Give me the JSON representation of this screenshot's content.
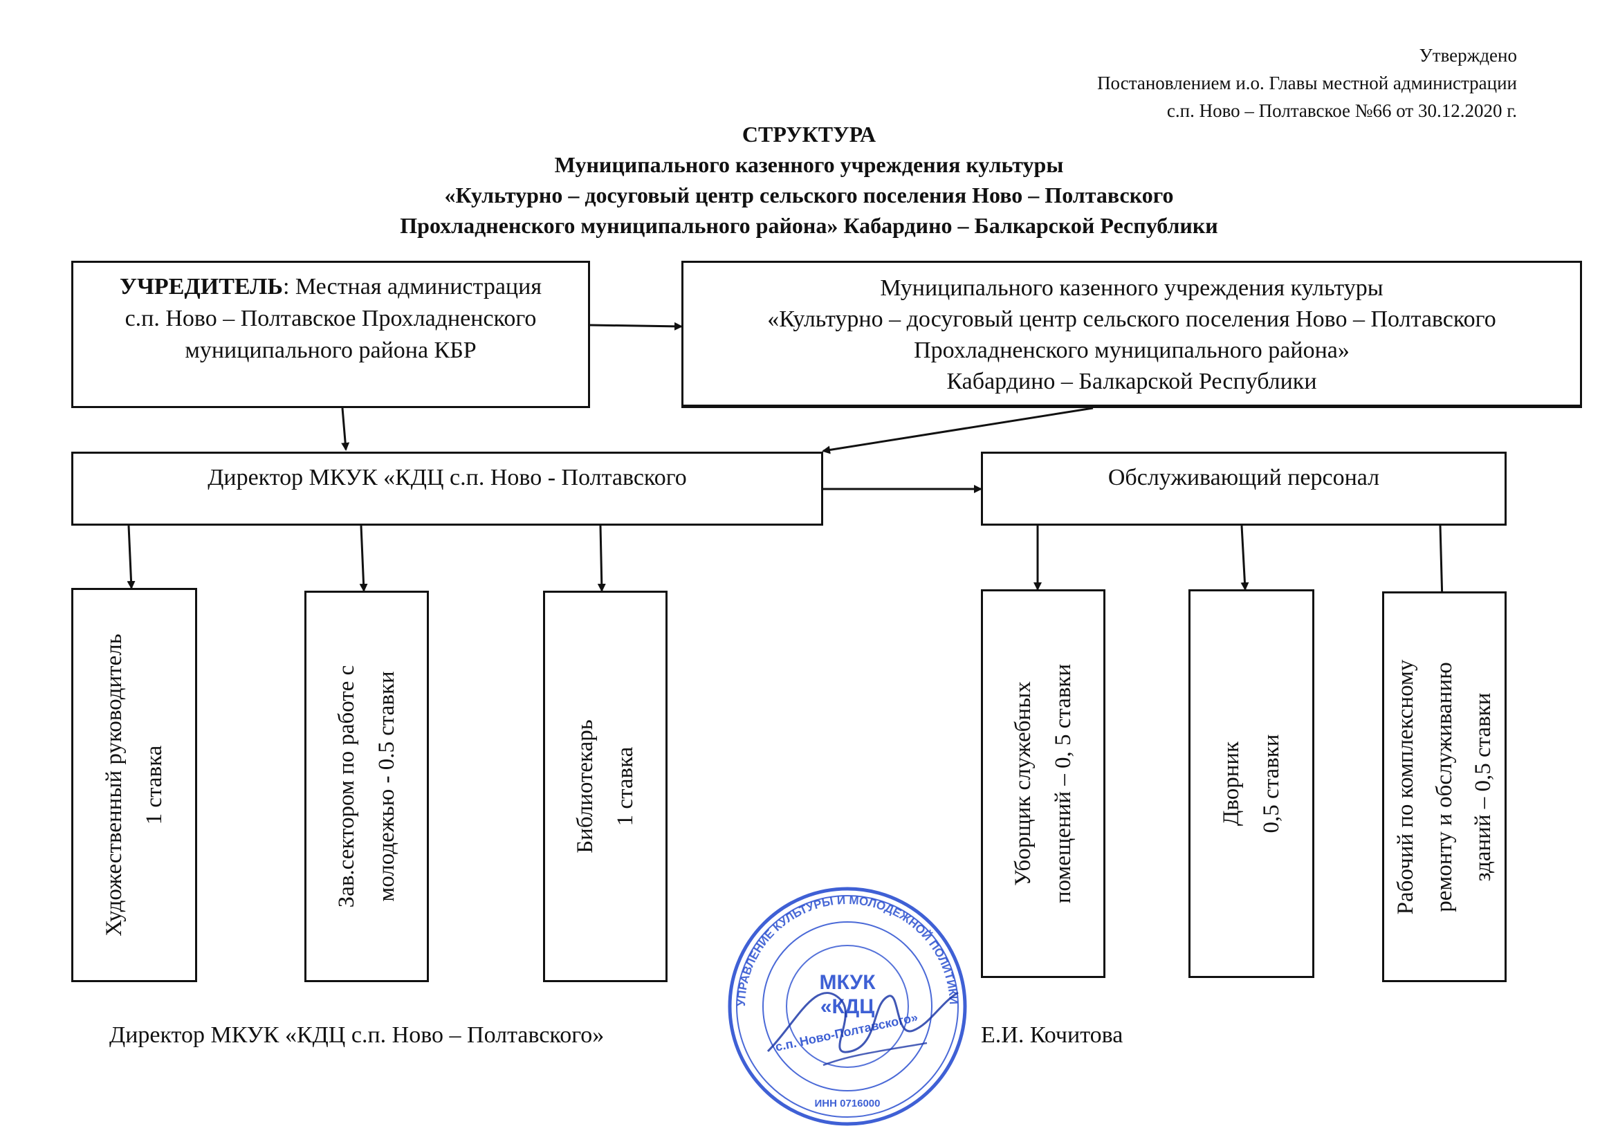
{
  "approval": {
    "line1": "Утверждено",
    "line2": "Постановлением  и.о. Главы  местной администрации",
    "line3": "с.п. Ново – Полтавское  №66 от 30.12.2020 г."
  },
  "title": {
    "line1": "СТРУКТУРА",
    "line2": "Муниципального казенного учреждения культуры",
    "line3": "«Культурно – досуговый центр сельского поселения Ново – Полтавского",
    "line4": "Прохладненского муниципального района» Кабардино – Балкарской Республики"
  },
  "founder": {
    "label": "УЧРЕДИТЕЛЬ",
    "line1_rest": ": Местная администрация",
    "line2": "с.п. Ново – Полтавское Прохладненского",
    "line3": "муниципального района КБР"
  },
  "institution": {
    "line1": "Муниципального казенного учреждения культуры",
    "line2": "«Культурно – досуговый центр сельского поселения Ново – Полтавского",
    "line3": "Прохладненского муниципального района»",
    "line4": "Кабардино – Балкарской Республики"
  },
  "director_box": {
    "label": "Директор МКУК «КДЦ с.п. Ново - Полтавского"
  },
  "service_box": {
    "label": "Обслуживающий персонал"
  },
  "positions": [
    {
      "line1": "Художественный руководитель",
      "line2": "1 ставка"
    },
    {
      "line1": "Зав.сектором по работе с",
      "line2": "молодежью  - 0.5 ставки"
    },
    {
      "line1": "Библиотекарь",
      "line2": "1 ставка"
    },
    {
      "line1": "Уборщик служебных",
      "line2": "помещений – 0, 5 ставки"
    },
    {
      "line1": "Дворник",
      "line2": "0,5 ставки"
    },
    {
      "line1": "Рабочий по комплексному",
      "line2": "ремонту и обслуживанию",
      "line3": "зданий – 0,5 ставки"
    }
  ],
  "footer": {
    "left": "Директор МКУК «КДЦ с.п. Ново – Полтавского»",
    "right": "Е.И. Кочитова"
  },
  "stamp": {
    "outer_text": "УПРАВЛЕНИЕ КУЛЬТУРЫ И МОЛОДЕЖНОЙ ПОЛИТИКИ",
    "center_line1": "МКУК",
    "center_line2": "«КДЦ",
    "center_line3": "с.п. Ново-Полтавского»",
    "inn": "ИНН 0716000"
  },
  "colors": {
    "ink": "#111111",
    "stamp": "#2a4fd0"
  }
}
